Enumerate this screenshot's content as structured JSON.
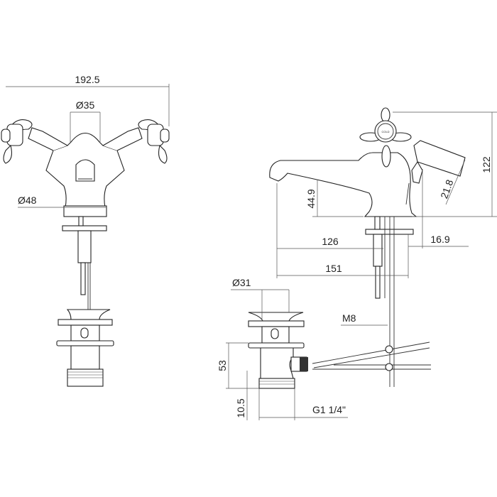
{
  "drawing": {
    "front_view": {
      "overall_width": "192.5",
      "spout_diameter": "Ø35",
      "base_diameter": "Ø48"
    },
    "side_view": {
      "height": "122",
      "spout_height": "44.9",
      "lever_length": "21.8",
      "spout_reach": "126",
      "overall_depth": "151",
      "lever_offset": "16.9",
      "rod_thread": "M8",
      "handle_label": "COLD"
    },
    "waste": {
      "head_diameter": "Ø31",
      "body_height": "53",
      "thread_length": "10.5",
      "thread_size": "G1 1/4\""
    }
  }
}
